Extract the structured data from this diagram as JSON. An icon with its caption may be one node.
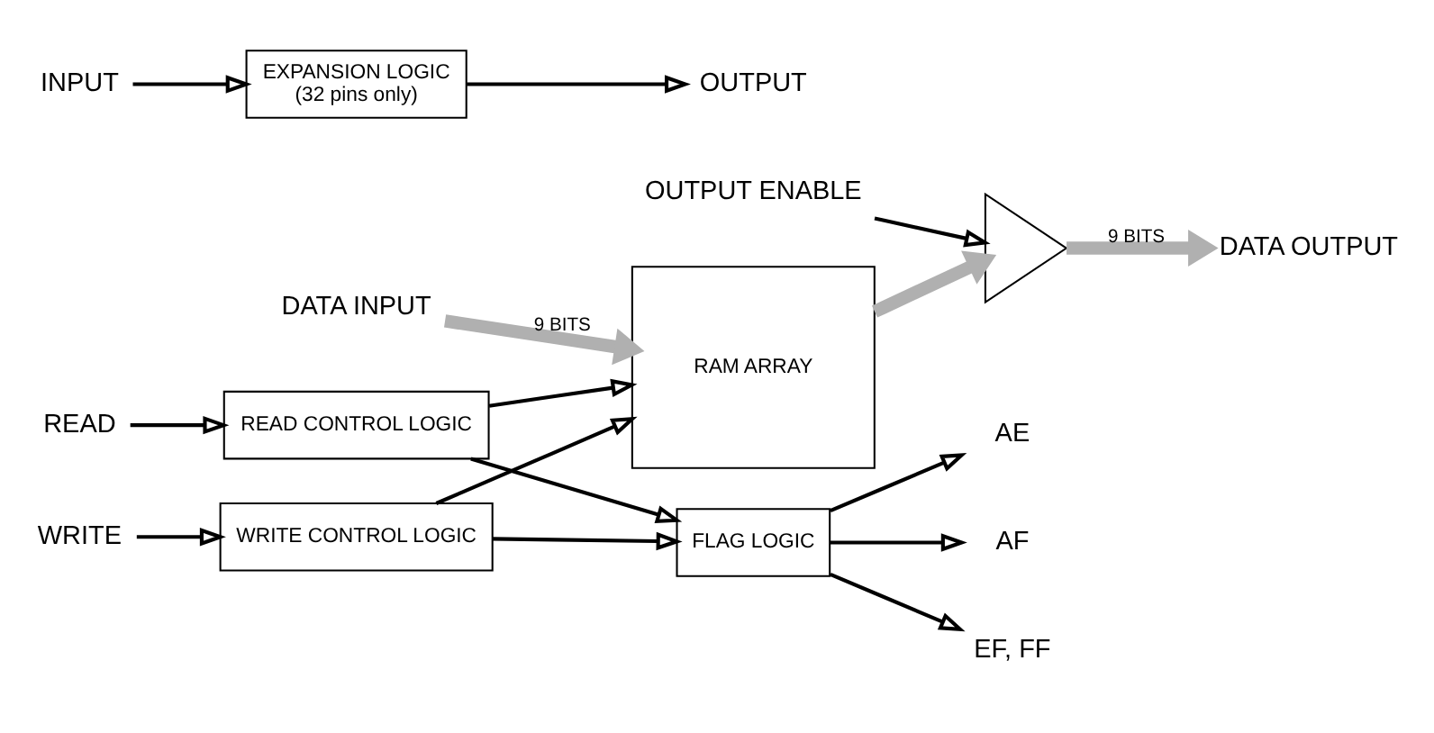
{
  "diagram": {
    "nodes": [
      {
        "text": [
          "FLAG LOGIC"
        ]
      },
      {
        "text": [
          "READ CONTROL LOGIC"
        ]
      },
      {
        "text": [
          "RAM ARRAY"
        ]
      },
      {
        "text": [],
        "shape": "triangle"
      },
      {
        "text": [
          "WRITE CONTROL LOGIC"
        ]
      },
      {
        "text": [
          "EXPANSION LOGIC",
          "(32 pins only)"
        ]
      },
      {
        "text": [
          "EF, FF"
        ]
      },
      {
        "text": [
          "AE"
        ]
      },
      {
        "text": [
          "AF"
        ]
      },
      {
        "text": [
          "READ"
        ]
      },
      {
        "text": [
          "DATA INPUT"
        ]
      },
      {
        "text": [
          "DATA OUTPUT"
        ]
      },
      {
        "text": [
          "OUTPUT ENABLE"
        ]
      },
      {
        "text": [
          "WRITE"
        ]
      },
      {
        "text": [
          "OUTPUT"
        ]
      },
      {
        "text": [
          "INPUT"
        ]
      }
    ],
    "edges": [
      {
        "from": 0,
        "to": 6,
        "arrow": "to"
      },
      {
        "from": 0,
        "to": 7,
        "arrow": "to"
      },
      {
        "from": 0,
        "to": 8,
        "arrow": "to"
      },
      {
        "from": 1,
        "to": 0,
        "arrow": "to"
      },
      {
        "from": 9,
        "to": 1,
        "arrow": "to"
      },
      {
        "from": 1,
        "to": 2,
        "arrow": "to"
      },
      {
        "from": 10,
        "to": 2,
        "arrow": "to",
        "label": "9 BITS",
        "style": "thick",
        "color": "#b0b0b0"
      },
      {
        "from": 2,
        "to": 3,
        "arrow": "to",
        "style": "thick",
        "color": "#b0b0b0"
      },
      {
        "from": 3,
        "to": 11,
        "arrow": "to",
        "label": "9 BITS",
        "style": "thick",
        "color": "#b0b0b0"
      },
      {
        "from": 12,
        "to": 3,
        "arrow": "to"
      },
      {
        "from": 13,
        "to": 4,
        "arrow": "to"
      },
      {
        "from": 4,
        "to": 2,
        "arrow": "to"
      },
      {
        "from": 4,
        "to": 0,
        "arrow": "to"
      },
      {
        "from": 5,
        "to": 14,
        "arrow": "to"
      },
      {
        "from": 15,
        "to": 5,
        "arrow": "to"
      }
    ]
  }
}
